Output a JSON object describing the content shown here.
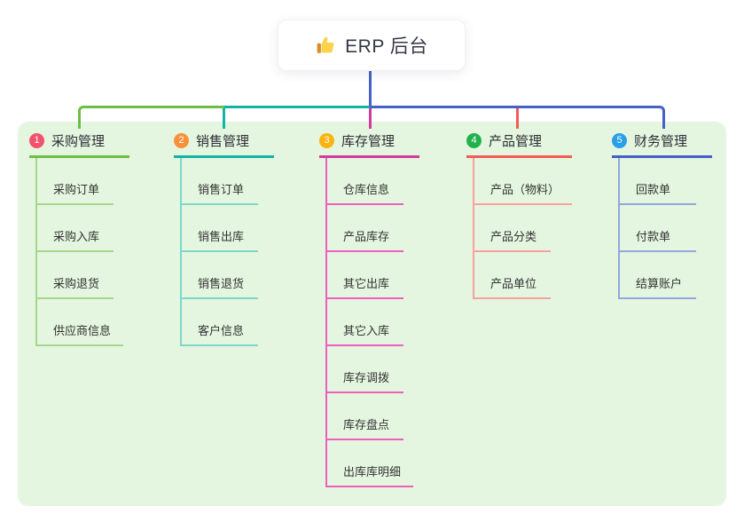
{
  "root": {
    "label": "ERP 后台",
    "icon": "thumbs-up"
  },
  "palette": {
    "panel_bg": "#e4f6e0",
    "heading_text": "#2d2f36",
    "item_text": "#333333",
    "root_text": "#333a45"
  },
  "connectors": {
    "trunk": "#4560c8",
    "left_green": "#6cbe45",
    "mid_teal": "#14b3a6",
    "right_blue": "#4560c8",
    "drop_magenta": "#d23a9d",
    "drop_red": "#f15c55"
  },
  "branches": [
    {
      "index": "1",
      "label": "采购管理",
      "badge_color": "#f4516c",
      "line_color": "#6cbe45",
      "sub_line_color": "#a6d78c",
      "items": [
        "采购订单",
        "采购入库",
        "采购退货",
        "供应商信息"
      ]
    },
    {
      "index": "2",
      "label": "销售管理",
      "badge_color": "#f9913c",
      "line_color": "#14b3a6",
      "sub_line_color": "#7fd6ca",
      "items": [
        "销售订单",
        "销售出库",
        "销售退货",
        "客户信息"
      ]
    },
    {
      "index": "3",
      "label": "库存管理",
      "badge_color": "#fbb40f",
      "line_color": "#d23a9d",
      "sub_line_color": "#ee5fc0",
      "items": [
        "仓库信息",
        "产品库存",
        "其它出库",
        "其它入库",
        "库存调拨",
        "库存盘点",
        "出库库明细"
      ]
    },
    {
      "index": "4",
      "label": "产品管理",
      "badge_color": "#22b24c",
      "line_color": "#f15c55",
      "sub_line_color": "#f7a29d",
      "items": [
        "产品（物料）",
        "产品分类",
        "产品单位"
      ]
    },
    {
      "index": "5",
      "label": "财务管理",
      "badge_color": "#29a0e8",
      "line_color": "#4560c8",
      "sub_line_color": "#91a7de",
      "items": [
        "回款单",
        "付款单",
        "结算账户"
      ]
    }
  ]
}
